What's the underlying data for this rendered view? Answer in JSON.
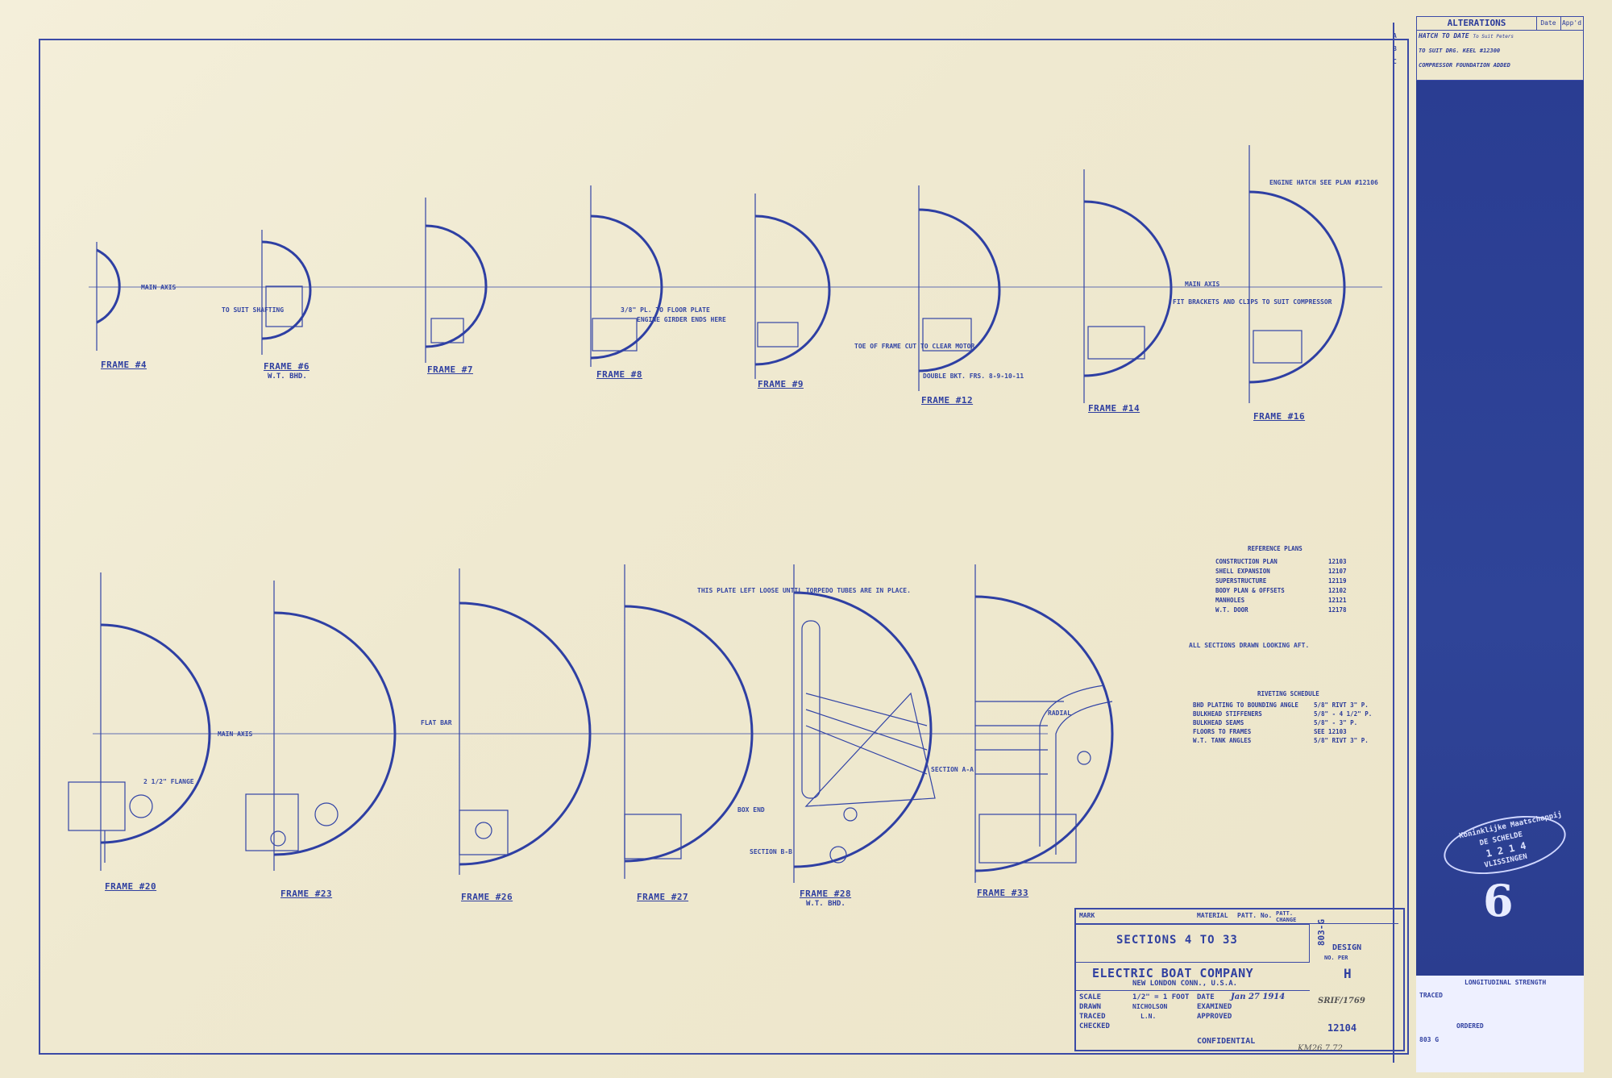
{
  "alterations": {
    "title": "ALTERATIONS",
    "col_date": "Date",
    "col_app": "App'd",
    "rows": [
      {
        "mark": "A",
        "text": "HATCH TO DATE",
        "extra": "To Suit Peters"
      },
      {
        "mark": "B",
        "text": "TO SUIT DRG. KEEL #12300",
        "extra": ""
      },
      {
        "mark": "C",
        "text": "COMPRESSOR FOUNDATION ADDED",
        "extra": ""
      }
    ]
  },
  "frames_top": [
    {
      "label": "FRAME #4",
      "sub": ""
    },
    {
      "label": "FRAME #6",
      "sub": "W.T. BHD."
    },
    {
      "label": "FRAME #7",
      "sub": ""
    },
    {
      "label": "FRAME #8",
      "sub": ""
    },
    {
      "label": "FRAME #9",
      "sub": ""
    },
    {
      "label": "FRAME #12",
      "sub": ""
    },
    {
      "label": "FRAME #14",
      "sub": ""
    },
    {
      "label": "FRAME #16",
      "sub": ""
    }
  ],
  "frames_bottom": [
    {
      "label": "FRAME #20",
      "sub": ""
    },
    {
      "label": "FRAME #23",
      "sub": ""
    },
    {
      "label": "FRAME #26",
      "sub": ""
    },
    {
      "label": "FRAME #27",
      "sub": ""
    },
    {
      "label": "FRAME #28",
      "sub": "W.T. BHD."
    },
    {
      "label": "FRAME #33",
      "sub": ""
    }
  ],
  "notes": {
    "main_axis_left": "MAIN AXIS",
    "main_axis_right": "MAIN AXIS",
    "main_axis_bottom": "MAIN AXIS",
    "to_suit_shafting": "TO SUIT SHAFTING",
    "floor_plate": "3/8\" PL. TO FLOOR PLATE",
    "engine_girder": "ENGINE GIRDER ENDS HERE",
    "toe_frame": "TOE OF FRAME CUT TO CLEAR MOTOR",
    "fit_brackets": "FIT BRACKETS AND CLIPS TO SUIT COMPRESSOR",
    "engine_hatch": "ENGINE HATCH SEE PLAN #12106",
    "double_bkt": "DOUBLE BKT. FRS. 8-9-10-11",
    "plate_loose": "THIS PLATE LEFT LOOSE UNTIL TORPEDO TUBES ARE IN PLACE.",
    "flat_bar": "FLAT BAR",
    "section_aa": "SECTION A-A",
    "section_bb": "SECTION B-B",
    "box_end": "BOX END",
    "radial": "RADIAL",
    "all_sections": "ALL SECTIONS DRAWN LOOKING AFT.",
    "flange": "2 1/2\" FLANGE"
  },
  "reference_plans": {
    "title": "REFERENCE PLANS",
    "items": [
      {
        "name": "CONSTRUCTION PLAN",
        "no": "12103"
      },
      {
        "name": "SHELL EXPANSION",
        "no": "12107"
      },
      {
        "name": "SUPERSTRUCTURE",
        "no": "12119"
      },
      {
        "name": "BODY PLAN & OFFSETS",
        "no": "12102"
      },
      {
        "name": "MANHOLES",
        "no": "12121"
      },
      {
        "name": "W.T. DOOR",
        "no": "12178"
      }
    ]
  },
  "riveting": {
    "title": "RIVETING SCHEDULE",
    "items": [
      {
        "name": "BHD PLATING TO BOUNDING ANGLE",
        "val": "5/8\" RIVT 3\" P."
      },
      {
        "name": "BULKHEAD STIFFENERS",
        "val": "5/8\" - 4 1/2\" P."
      },
      {
        "name": "BULKHEAD SEAMS",
        "val": "5/8\" - 3\" P."
      },
      {
        "name": "FLOORS TO FRAMES",
        "val": "SEE 12103"
      },
      {
        "name": "W.T. TANK ANGLES",
        "val": "5/8\" RIVT 3\" P."
      }
    ]
  },
  "title_block": {
    "mark": "MARK",
    "material": "MATERIAL",
    "patt_no": "PATT. No.",
    "patt_change": "PATT. CHANGE",
    "code": "803-G",
    "title": "SECTIONS 4 TO 33",
    "design": "DESIGN",
    "no_per": "NO. PER",
    "design_letter": "H",
    "company": "ELECTRIC BOAT COMPANY",
    "location": "NEW LONDON CONN., U.S.A.",
    "scale_label": "SCALE",
    "scale_value": "1/2\" = 1 FOOT",
    "drawn_label": "DRAWN",
    "drawn_value": "NICHOLSON",
    "traced_label": "TRACED",
    "traced_value": "L.N.",
    "checked_label": "CHECKED",
    "checked_value": "",
    "date_label": "DATE",
    "date_value": "Jan 27 1914",
    "examined_label": "EXAMINED",
    "approved_label": "APPROVED",
    "drawing_no": "12104",
    "confidential": "CONFIDENTIAL",
    "side_note": "SRIF/1769",
    "archive_no": "KM26.7.72"
  },
  "side_panel": {
    "stamp_top": "Koninklijke Maatschappij",
    "stamp_mid": "DE SCHELDE",
    "stamp_num": "1 2 1 4",
    "stamp_bot": "VLISSINGEN",
    "sheet_number": "6",
    "label_a": "LONGITUDINAL STRENGTH",
    "label_b": "TRACED",
    "ordered": "ORDERED",
    "code": "803 G"
  }
}
